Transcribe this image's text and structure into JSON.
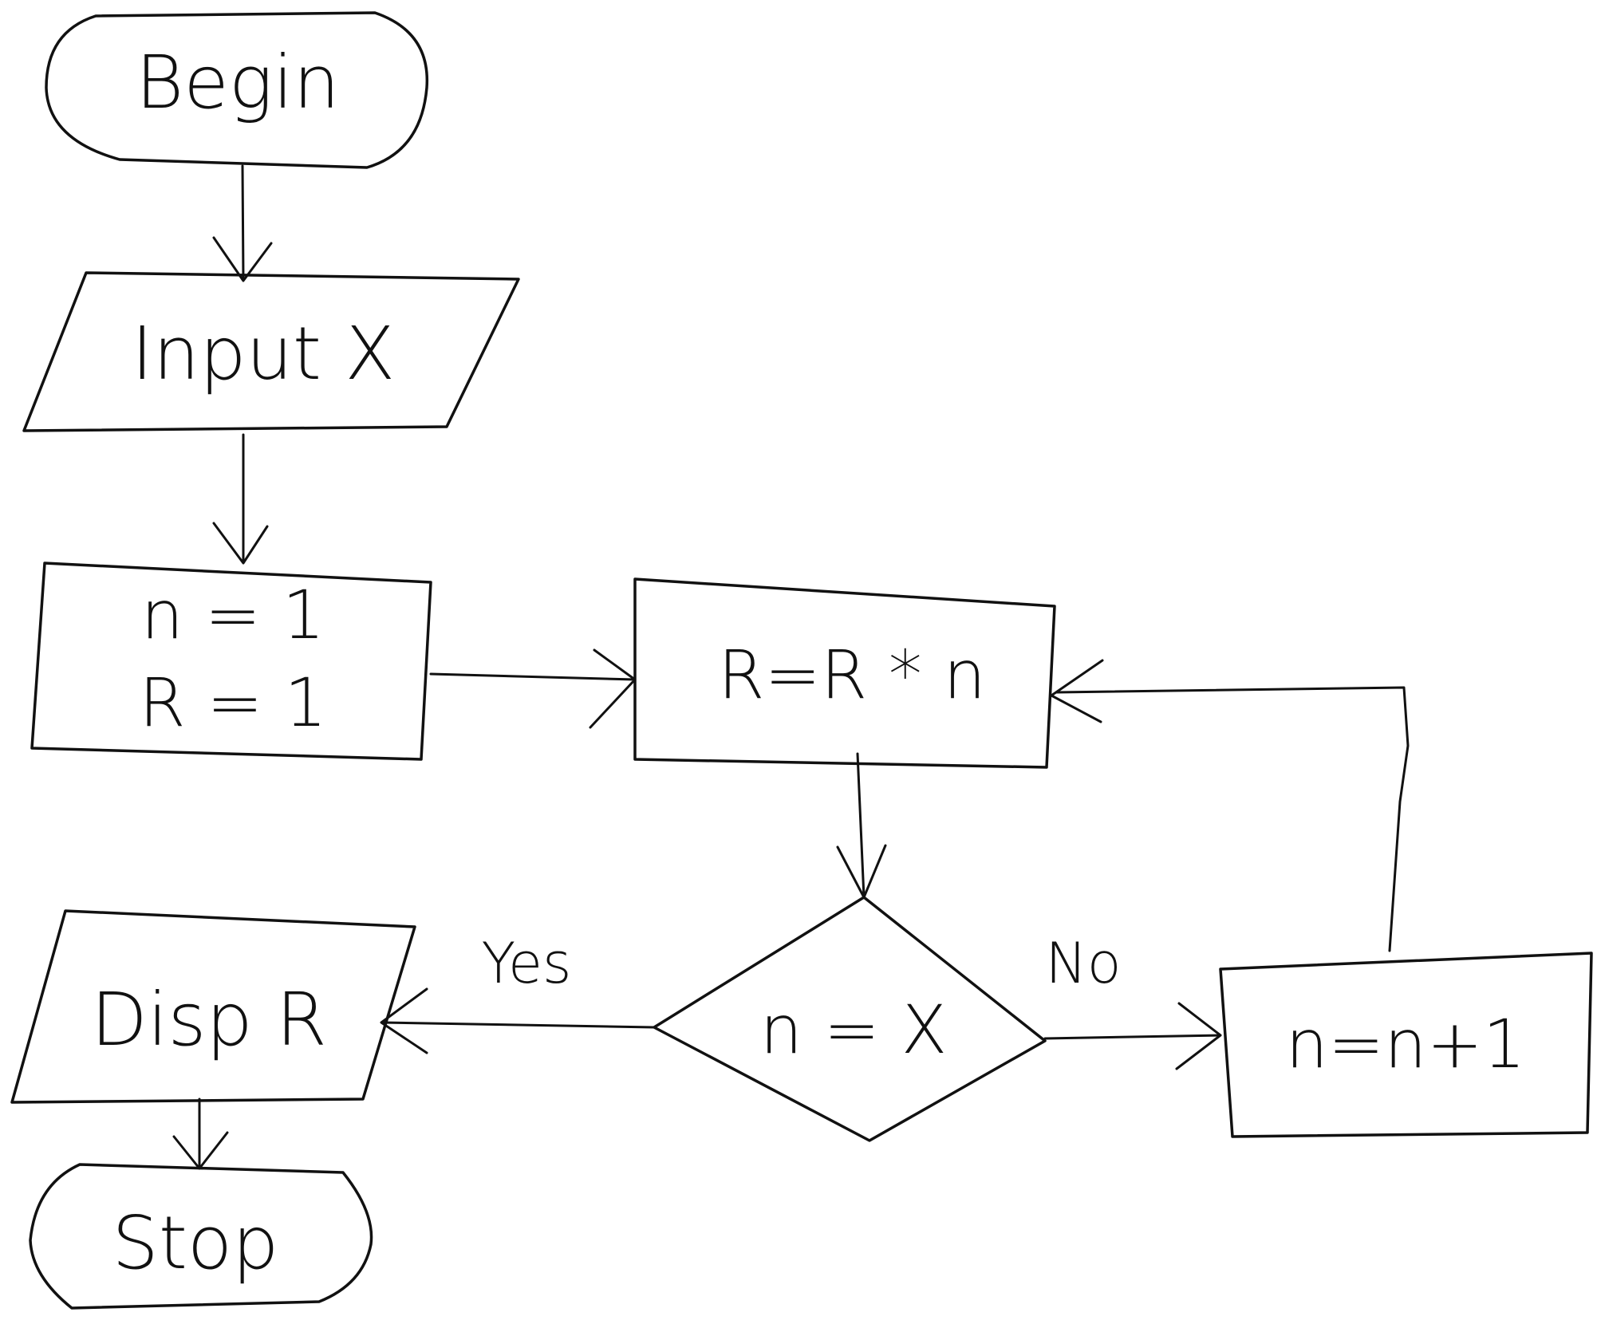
{
  "nodes": {
    "begin": "Begin",
    "input": "Input X",
    "init_n": "n = 1",
    "init_r": "R = 1",
    "multiply": "R=R * n",
    "decision": "n = X",
    "increment": "n=n+1",
    "display": "Disp R",
    "stop": "Stop"
  },
  "edges": {
    "yes": "Yes",
    "no": "No"
  }
}
